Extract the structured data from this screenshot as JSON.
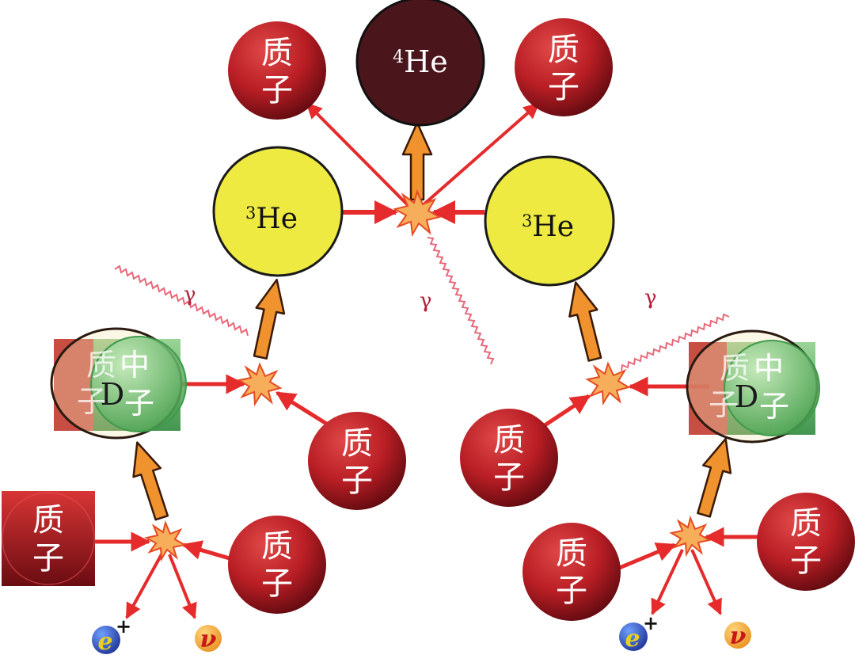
{
  "diagram": {
    "proton_label_line1": "质",
    "proton_label_line2": "子",
    "neutron_label_line1": "中",
    "neutron_label_line2": "子",
    "deuterium_label": "D",
    "helium3_sup": "3",
    "helium3_label": "He",
    "helium4_sup": "4",
    "helium4_label": "He",
    "gamma_symbol": "γ",
    "positron_symbol": "e",
    "positron_charge": "+",
    "neutrino_symbol": "ν"
  },
  "colors": {
    "proton_dark": "#6e0b12",
    "proton_light": "#d43a3a",
    "helium4": "#4a161b",
    "helium3": "#eeea42",
    "deuterium_outline": "#2a1a10",
    "neutron_green": "#3d9a4a",
    "reaction_arrow": "#e52b2b",
    "product_arrow": "#f0922e",
    "gamma_wave": "#e8687a",
    "burst_fill": "#f7ae5a",
    "burst_stroke": "#e64a22",
    "positron_blue": "#1e3fa8",
    "neutrino_orange": "#f5a830"
  },
  "icons": [
    "proton-ball",
    "helium3-ball",
    "helium4-ball",
    "deuterium-ball",
    "reaction-burst",
    "gamma-wave",
    "positron-icon",
    "neutrino-icon"
  ]
}
